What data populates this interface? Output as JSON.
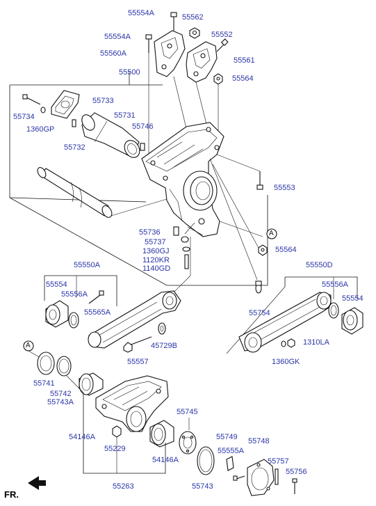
{
  "diagram": {
    "direction_label": "FR.",
    "ref_marker": "A",
    "part_numbers": {
      "p55554A": "55554A",
      "p55562": "55562",
      "p55554A_2": "55554A",
      "p55552": "55552",
      "p55560A": "55560A",
      "p55561": "55561",
      "p55500": "55500",
      "p55564": "55564",
      "p55733": "55733",
      "p55734": "55734",
      "p1360GP": "1360GP",
      "p55731": "55731",
      "p55746": "55746",
      "p55732": "55732",
      "p55553": "55553",
      "p55736": "55736",
      "p55737": "55737",
      "p1360GJ": "1360GJ",
      "p1120KR": "1120KR",
      "p1140GD": "1140GD",
      "p55564_2": "55564",
      "p55550A": "55550A",
      "p55550D": "55550D",
      "p55554": "55554",
      "p55556A": "55556A",
      "p55565A": "55565A",
      "p55754": "55754",
      "p55556A_2": "55556A",
      "p55554_2": "55554",
      "p45729B": "45729B",
      "p55557": "55557",
      "p1310LA": "1310LA",
      "p1360GK": "1360GK",
      "p55741": "55741",
      "p55742": "55742",
      "p55743A": "55743A",
      "p55745": "55745",
      "p54146A": "54146A",
      "p55229": "55229",
      "p54146A_2": "54146A",
      "p55749": "55749",
      "p55748": "55748",
      "p55555A": "55555A",
      "p55757": "55757",
      "p55756": "55756",
      "p55263": "55263",
      "p55743": "55743"
    }
  }
}
